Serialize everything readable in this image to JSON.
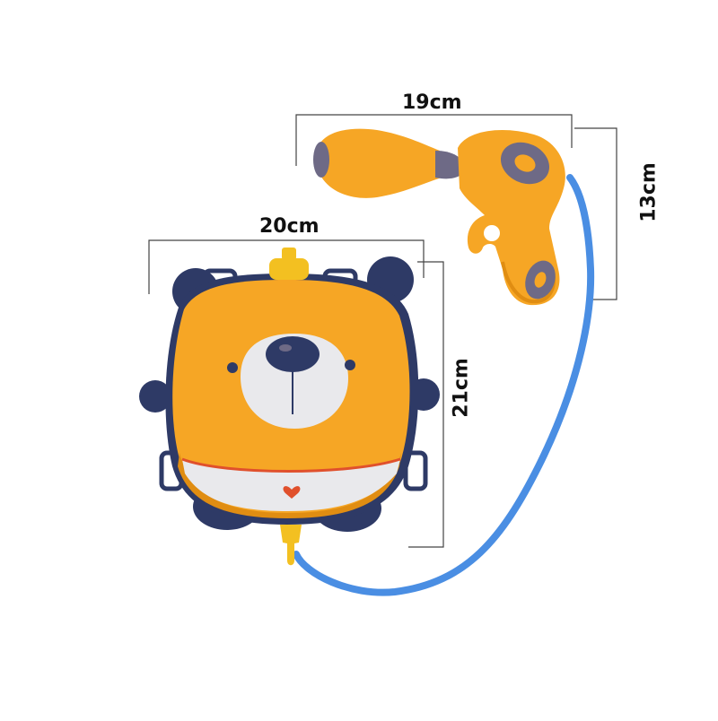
{
  "dimensions": {
    "gun_width": "19cm",
    "gun_height": "13cm",
    "backpack_width": "20cm",
    "backpack_height": "21cm"
  },
  "colors": {
    "body_orange": "#f6a625",
    "body_orange_dark": "#e08d12",
    "navy": "#2e3a66",
    "purple_grey": "#6e6a86",
    "belly_white": "#e9e9ec",
    "hose_blue": "#4a8ee3",
    "nozzle_yellow": "#f3c021",
    "heart_red": "#e0502c"
  }
}
